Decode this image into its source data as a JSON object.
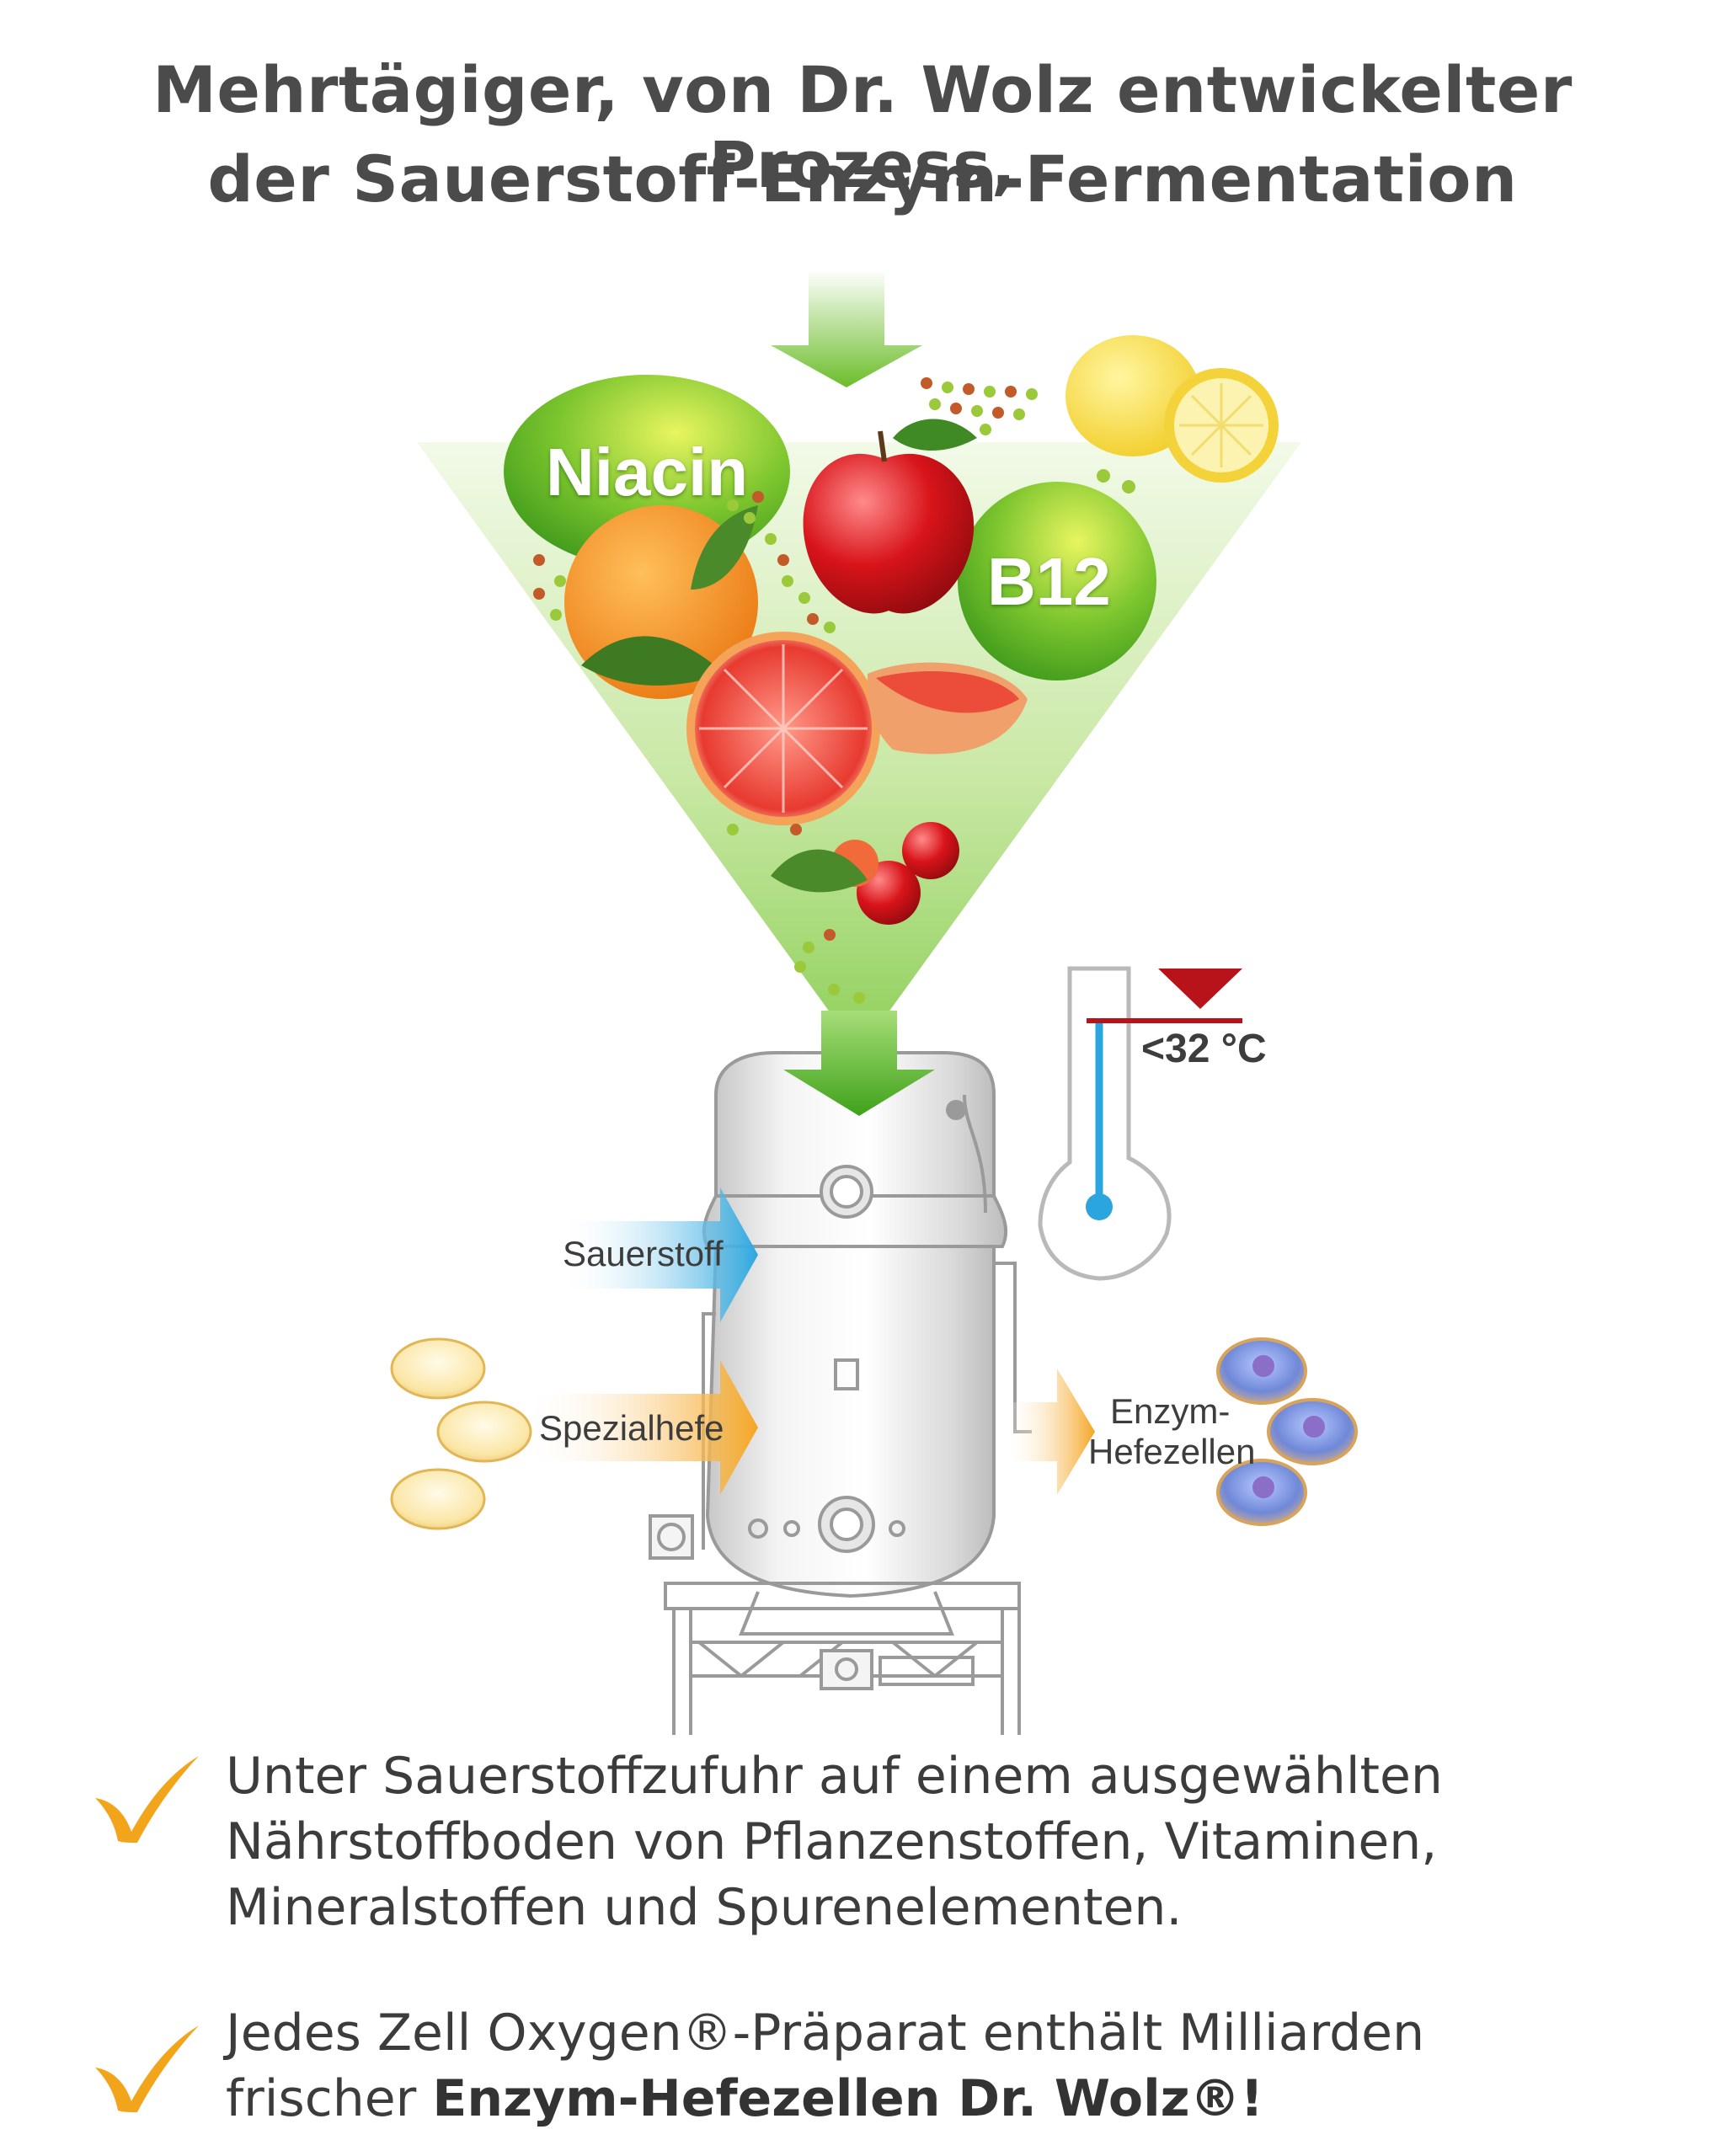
{
  "title": {
    "line1": "Mehrtägiger, von Dr. Wolz entwickelter Prozess,",
    "line2": "der Sauerstoff-Enzym-Fermentation"
  },
  "diagram": {
    "vitamins": [
      "Niacin",
      "B12"
    ],
    "temperature": "<32 °C",
    "inputs": [
      "Sauerstoff",
      "Spezialhefe"
    ],
    "output": [
      "Enzym-",
      "Hefezellen"
    ]
  },
  "bullets": [
    {
      "lines": [
        "Unter Sauerstoffzufuhr auf einem ausgewählten",
        "Nährstoffboden von Pflanzenstoffen, Vitaminen,",
        "Mineralstoffen und Spurenelementen."
      ]
    },
    {
      "line1": "Jedes Zell Oxygen®-Präparat enthält Milliarden",
      "line2_prefix": "frischer ",
      "line2_bold": "Enzym-Hefezellen Dr. Wolz®!"
    }
  ],
  "colors": {
    "title": "#4b4b4b",
    "green_accent": "#6cbd2a",
    "check": "#f2a51a",
    "oxygen_arrow": "#2ba7e0",
    "yeast_arrow": "#f5a623",
    "thermo_red": "#b8121a"
  }
}
